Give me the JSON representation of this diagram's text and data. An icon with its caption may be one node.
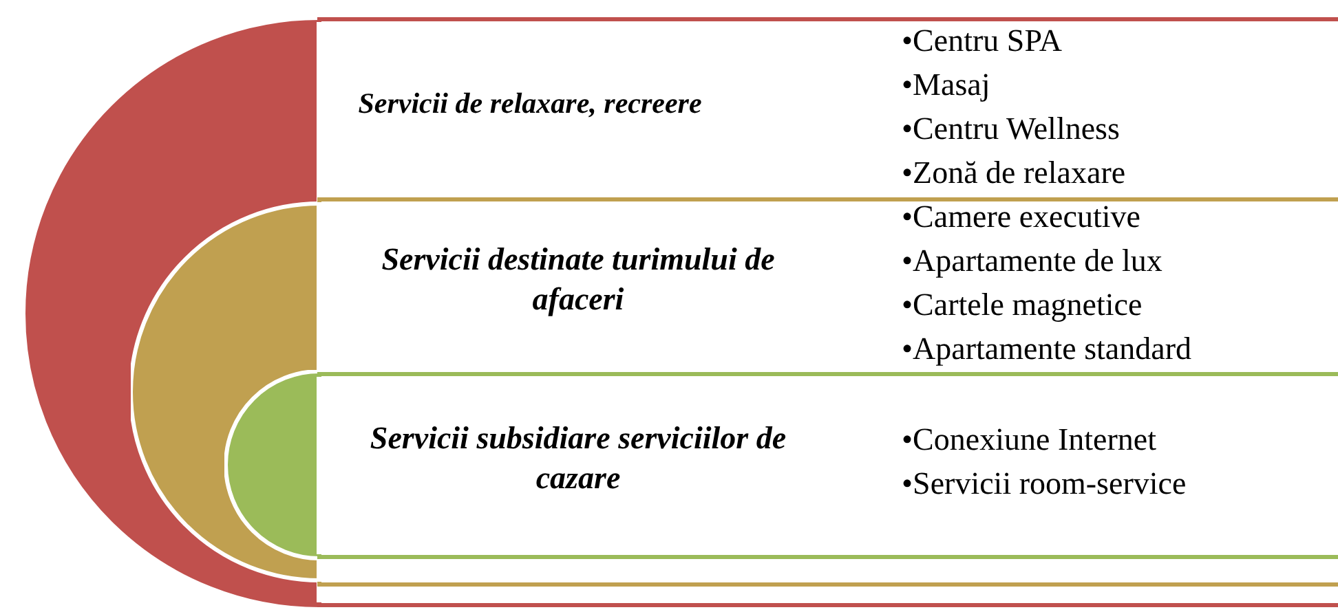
{
  "diagram": {
    "nodes": [
      {
        "text": [
          "Servicii de relaxare, recreere",
          "•Centru SPA",
          "•Masaj",
          "•Centru Wellness",
          "•Zonă de relaxare"
        ]
      },
      {
        "text": [
          "Servicii destinate turimului de afaceri",
          "•Camere executive",
          "•Apartamente de lux",
          "•Cartele magnetice",
          "•Apartamente standard"
        ],
        "in": 0
      },
      {
        "text": [
          "Servicii subsidiare serviciilor de cazare",
          "•Conexiune Internet",
          "•Servicii room-service"
        ],
        "in": 1
      }
    ]
  }
}
